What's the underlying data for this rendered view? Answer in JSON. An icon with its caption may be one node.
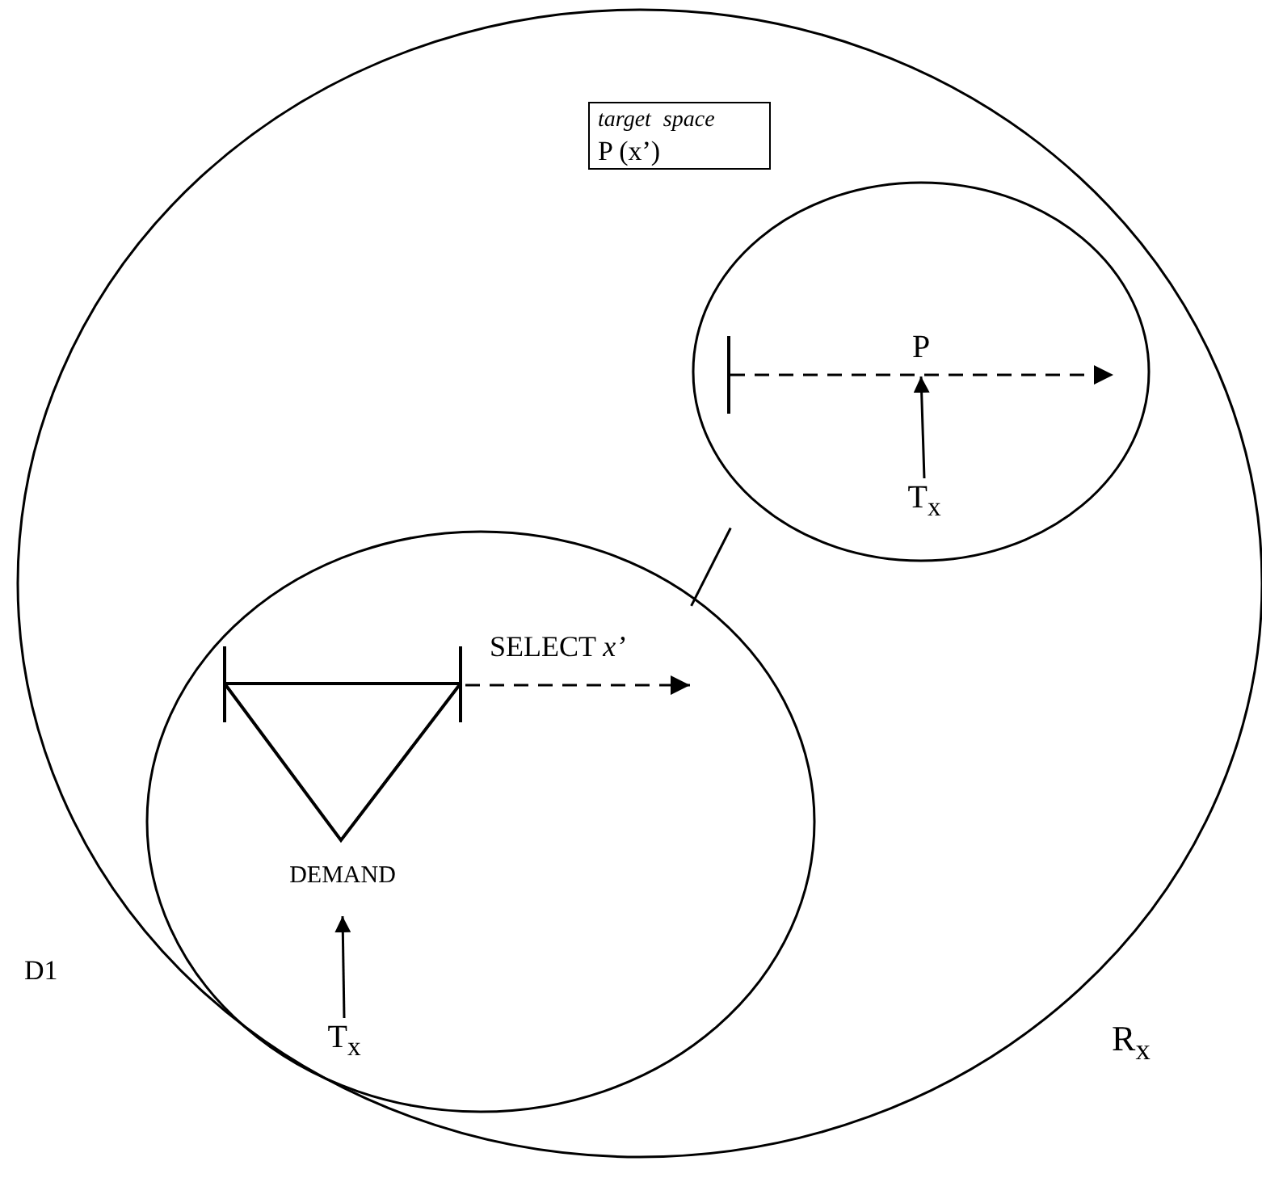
{
  "diagram": {
    "nodes": [
      {
        "text": [
          "R$_{x}$"
        ],
        "beside": [
          "D1"
        ]
      },
      {
        "text": [
          "target space",
          "P (x’)"
        ],
        "in": 0
      },
      {
        "text": [],
        "shape": "circle",
        "in": 0
      },
      {
        "text": [],
        "shape": "bar",
        "in": 2
      },
      {
        "text": [
          "P"
        ],
        "in": 2
      },
      {
        "text": [
          "T$_{x}$"
        ],
        "in": 2
      },
      {
        "text": [],
        "shape": "circle",
        "in": 0
      },
      {
        "text": [],
        "shape": "triangle",
        "in": 6
      },
      {
        "text": [
          "DEMAND"
        ],
        "in": 6
      },
      {
        "text": [
          "T$_{x}$"
        ],
        "in": 6
      }
    ],
    "edges": [
      {
        "from": 3,
        "to": null,
        "arrow": "to",
        "style": "dashed"
      },
      {
        "from": 5,
        "to": 4,
        "arrow": "to"
      },
      {
        "from": 2,
        "to": 6,
        "arrow": "none"
      },
      {
        "from": 7,
        "to": null,
        "arrow": "to",
        "style": "dashed",
        "label": "SELECT *x’*"
      },
      {
        "from": 9,
        "to": 8,
        "arrow": "to"
      }
    ]
  }
}
